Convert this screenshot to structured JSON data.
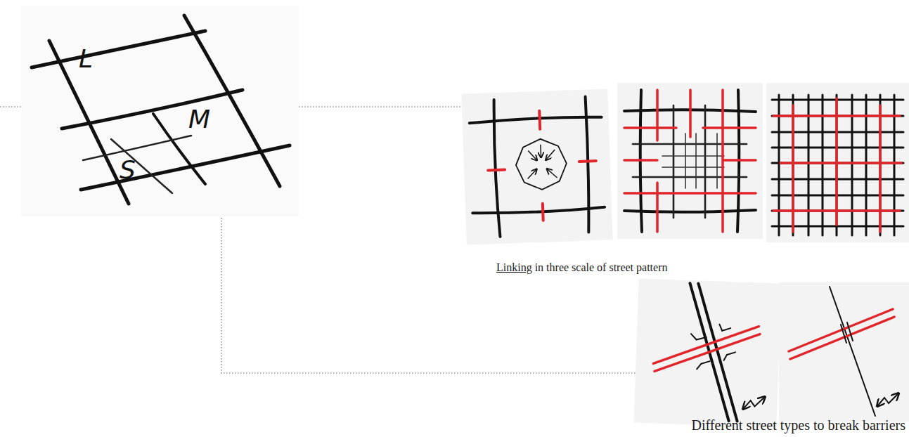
{
  "diagram": {
    "labels": [
      "L",
      "M",
      "S",
      "Linking",
      "in three scale of street pattern",
      "Different street types to break barriers"
    ]
  }
}
